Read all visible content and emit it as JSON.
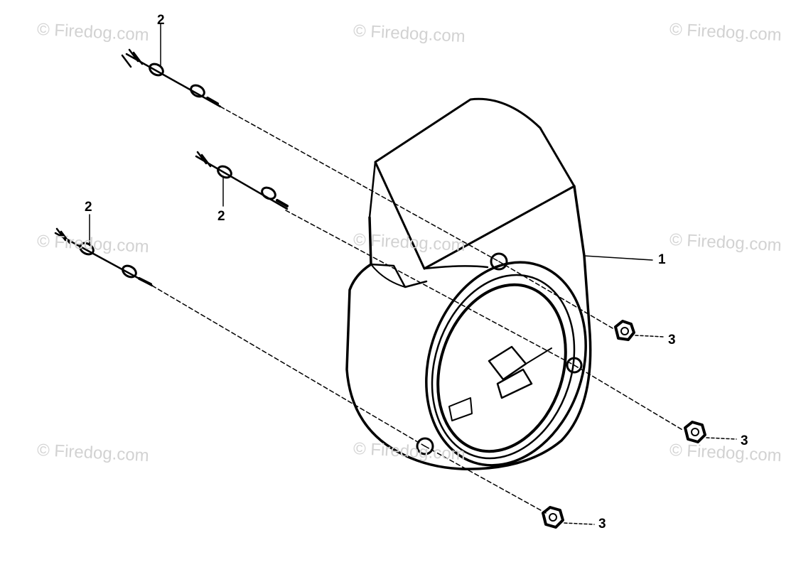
{
  "watermark": "© Firedog.com",
  "callouts": {
    "shroud": "1",
    "stud_top": "2",
    "stud_middle": "2",
    "stud_bottom": "2",
    "nut_upper_right": "3",
    "nut_far_right": "3",
    "nut_bottom": "3"
  }
}
